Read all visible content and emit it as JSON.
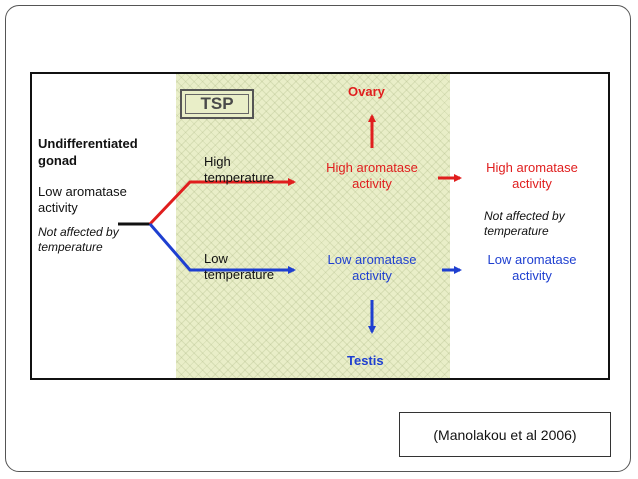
{
  "figure": {
    "tsp_label": "TSP",
    "undiff": {
      "title_l1": "Undifferentiated",
      "title_l2": "gonad",
      "activity_l1": "Low aromatase",
      "activity_l2": "activity",
      "note_l1": "Not affected by",
      "note_l2": "temperature"
    },
    "high_temp": {
      "l1": "High",
      "l2": "temperature"
    },
    "low_temp": {
      "l1": "Low",
      "l2": "temperature"
    },
    "ovary": "Ovary",
    "testis": "Testis",
    "high_mid": {
      "l1": "High aromatase",
      "l2": "activity"
    },
    "low_mid": {
      "l1": "Low aromatase",
      "l2": "activity"
    },
    "high_right": {
      "l1": "High aromatase",
      "l2": "activity"
    },
    "right_note": {
      "l1": "Not affected by",
      "l2": "temperature"
    },
    "low_right": {
      "l1": "Low aromatase",
      "l2": "activity"
    },
    "colors": {
      "female": "#e01e1e",
      "male": "#1e3fd0",
      "neutral": "#111111",
      "tsp_fill": "#e9eec8"
    }
  },
  "citation": "(Manolakou et al 2006)"
}
